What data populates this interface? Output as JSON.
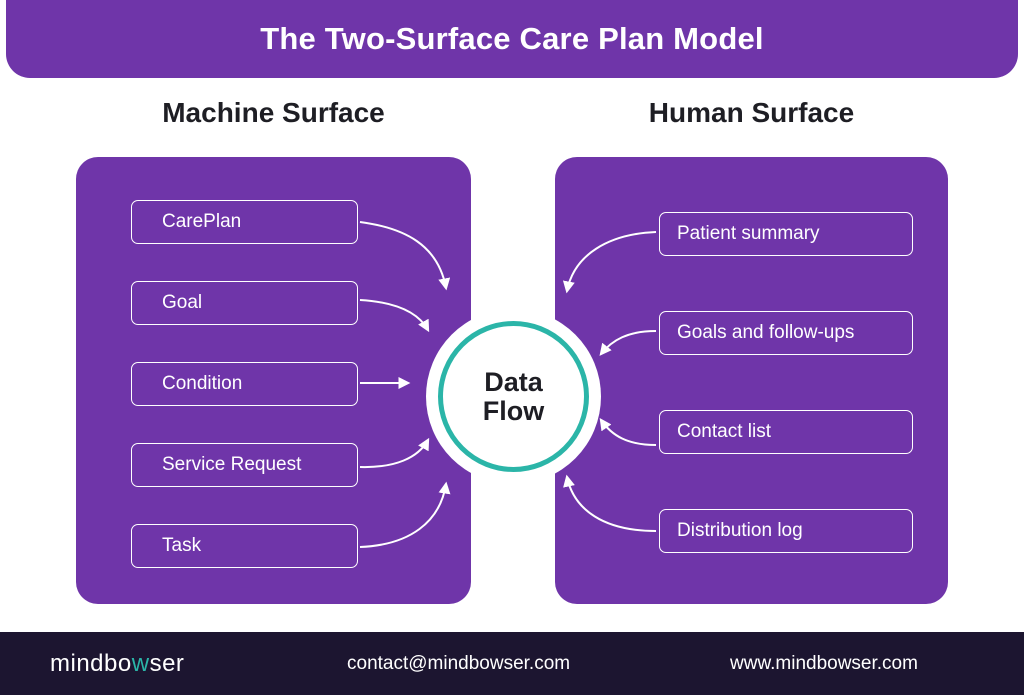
{
  "title": "The Two-Surface Care Plan Model",
  "machine_surface": {
    "heading": "Machine Surface",
    "items": [
      "CarePlan",
      "Goal",
      "Condition",
      "Service Request",
      "Task"
    ]
  },
  "human_surface": {
    "heading": "Human Surface",
    "items": [
      "Patient summary",
      "Goals and follow-ups",
      "Contact list",
      "Distribution log"
    ]
  },
  "hub": {
    "line1": "Data",
    "line2": "Flow"
  },
  "footer": {
    "logo_part1": "mindbo",
    "logo_accent": "w",
    "logo_part2": "ser",
    "email": "contact@mindbowser.com",
    "website": "www.mindbowser.com"
  },
  "colors": {
    "panel": "#6f35a9",
    "accent": "#2bb5a8",
    "footer": "#1c1530"
  }
}
